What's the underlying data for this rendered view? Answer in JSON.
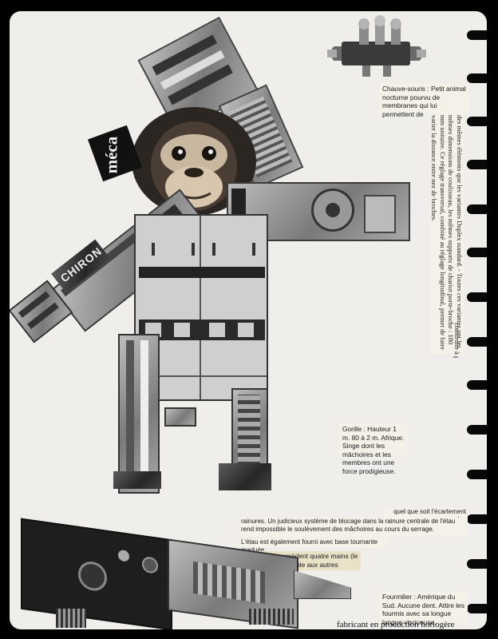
{
  "meca_label": "méca",
  "brand_label": "CHIRON",
  "bat_caption": "Chauve-souris : Petit animal nocturne pourvu de membranes qui lui permettent de",
  "rotated_text": "des mêmes éléments que les variantes Duplex standard. - Toutes ces variantes ont les mêmes dimensions de coulisseau, les mêmes supports de chariot porte-broche : 180 mm unitaire. Ce réglage transversal, combiné au réglage longitudinal, permet de faire varier la distance entre nez de broches.",
  "rotated_text_2": "construite à partir",
  "gorilla_caption": "Gorille : Hauteur 1 m. 80 à 2 m. Afrique. Singe dont les mâchoires et les membres ont une force prodigieuse.",
  "vise_text_1": "quel que soit l'écartement des",
  "vise_text_2": "rainures. Un judicieux système de blocage dans la rainure centrale de l'étau rend impossible le soulèvement des mâchoires au cours du serrage.",
  "vise_text_3": "L'étau est également fourni avec base tournante graduée.",
  "monkey_hands_caption": "Les singes possèdent quatre mains (le pouce est opposable aux autres doigts).",
  "anteater_caption": "Fourmilier : Amérique du Sud. Aucune dent. Attire les fourmis avec sa longue langue visqueuse.",
  "bottom_caption": "fabricant en production horlogère"
}
